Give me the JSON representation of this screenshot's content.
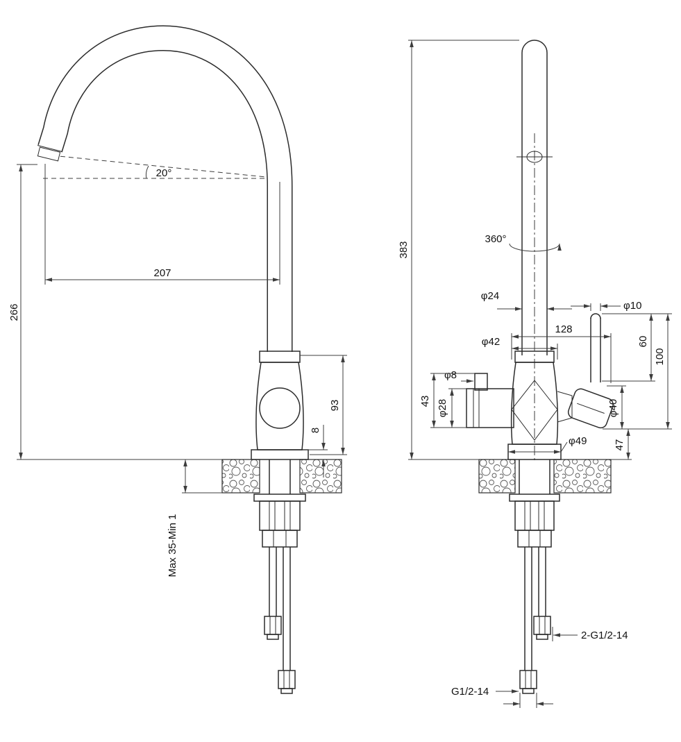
{
  "meta": {
    "background": "#ffffff",
    "line_color": "#2b2b2b",
    "dimension_color": "#3c3c3c",
    "drawing_subject": "kitchen mixer faucet, two-view dimensioned drawing"
  },
  "front_view": {
    "name": "front-view",
    "dimensions": {
      "spout_angle": "20°",
      "spout_reach": "207",
      "spout_height": "266",
      "body_height": "93",
      "base_plate_height": "8",
      "counter_thickness": "Max 35-Min 1"
    }
  },
  "side_view": {
    "name": "side-view",
    "dimensions": {
      "overall_height": "383",
      "swivel_angle": "360°",
      "spout_tube_diameter": "φ24",
      "handle_offset": "128",
      "body_diameter": "φ42",
      "handle_stem_diameter": "φ10",
      "handle_stem_height": "60",
      "handle_total_height": "100",
      "lever_diameter": "φ8",
      "cartridge_diameter": "φ28",
      "cartridge_length": "43",
      "handle_body_diameter": "φ40",
      "base_diameter": "φ49",
      "base_section_height": "47",
      "inlet_hose_threads": "2-G1/2-14",
      "outlet_hose_thread": "G1/2-14"
    }
  }
}
